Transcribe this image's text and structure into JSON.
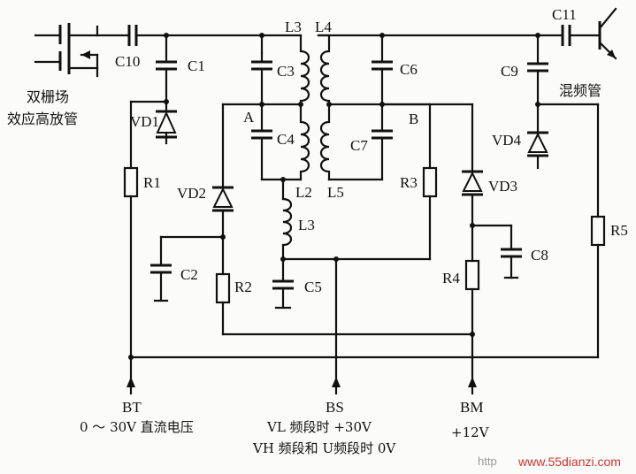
{
  "labels": {
    "fet_line1": "双栅场",
    "fet_line2": "效应高放管",
    "mixer": "混频管",
    "C10": "C10",
    "C1": "C1",
    "C2": "C2",
    "C3": "C3",
    "C4": "C4",
    "C5": "C5",
    "C6": "C6",
    "C7": "C7",
    "C8": "C8",
    "C9": "C9",
    "C11": "C11",
    "L3_top": "L3",
    "L4": "L4",
    "L2": "L2",
    "L5": "L5",
    "L3_bot": "L3",
    "VD1": "VD1",
    "VD2": "VD2",
    "VD3": "VD3",
    "VD4": "VD4",
    "R1": "R1",
    "R2": "R2",
    "R3": "R3",
    "R4": "R4",
    "R5": "R5",
    "A": "A",
    "B": "B"
  },
  "terminals": {
    "BT": "BT",
    "BT_desc": "0 ～ 30V 直流电压",
    "BS": "BS",
    "BS_desc1": "VL 频段时 +30V",
    "BS_desc2": "VH 频段和 U频段时 0V",
    "BM": "BM",
    "BM_desc": "+12V"
  },
  "watermark": {
    "prefix": "http",
    "site": "www.55dianzi.com"
  }
}
